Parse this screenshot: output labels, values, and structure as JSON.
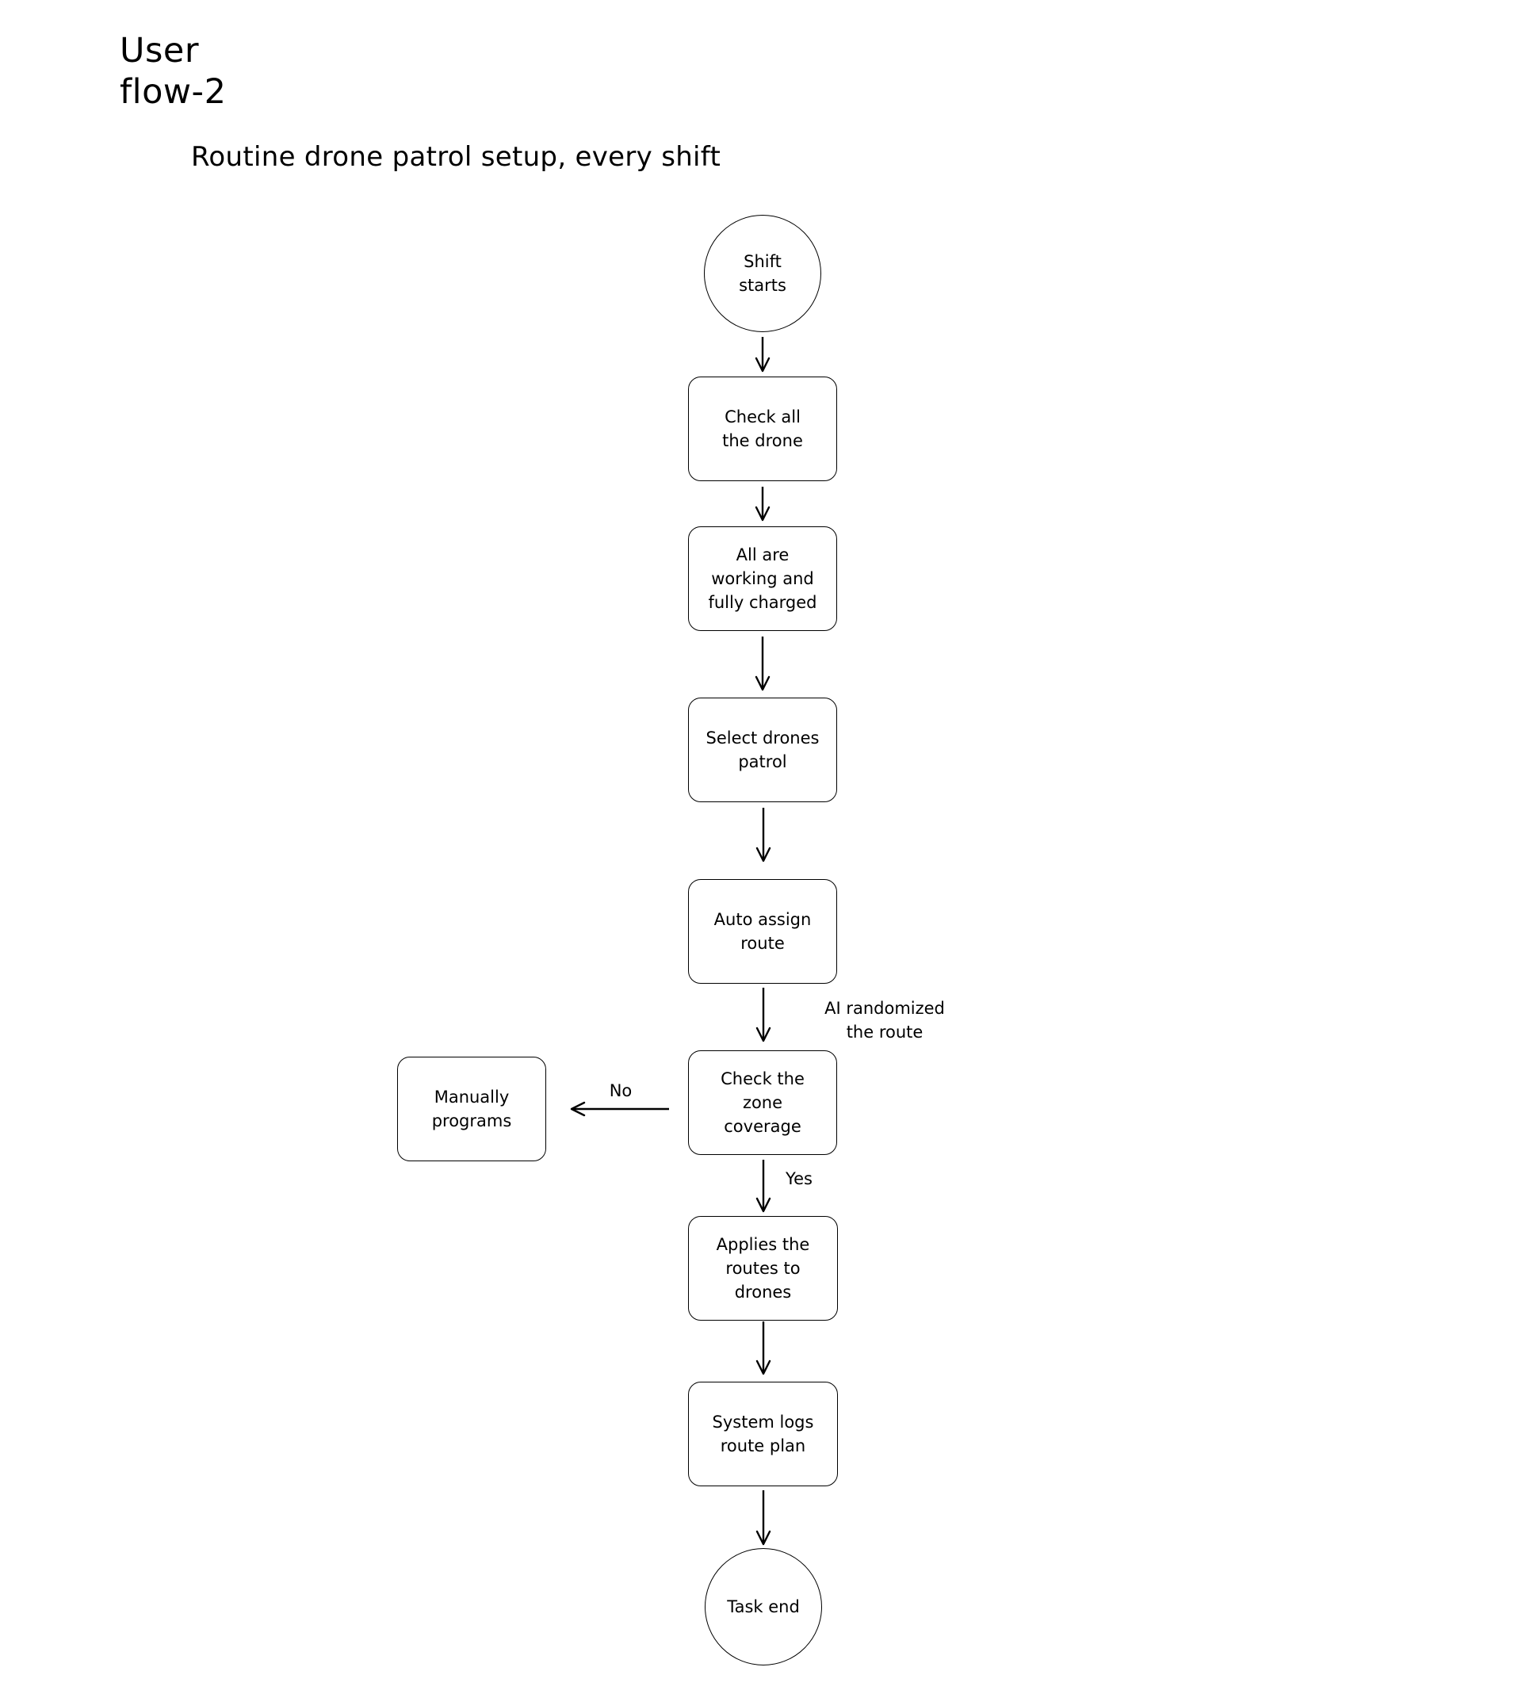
{
  "title": {
    "line1": "User",
    "line2": "flow-2"
  },
  "subtitle": "Routine drone patrol setup, every shift",
  "nodes": {
    "shift_start": "Shift\nstarts",
    "check_drone": "Check all\nthe drone",
    "all_working": "All are\nworking and\nfully charged",
    "select_drones": "Select drones\npatrol",
    "auto_assign": "Auto assign\nroute",
    "check_zone": "Check the\nzone\ncoverage",
    "manual": "Manually\nprograms",
    "applies_routes": "Applies the\nroutes to\ndrones",
    "system_logs": "System logs\nroute plan",
    "task_end": "Task end"
  },
  "edge_labels": {
    "ai_randomized": "AI randomized\nthe route",
    "no": "No",
    "yes": "Yes"
  }
}
